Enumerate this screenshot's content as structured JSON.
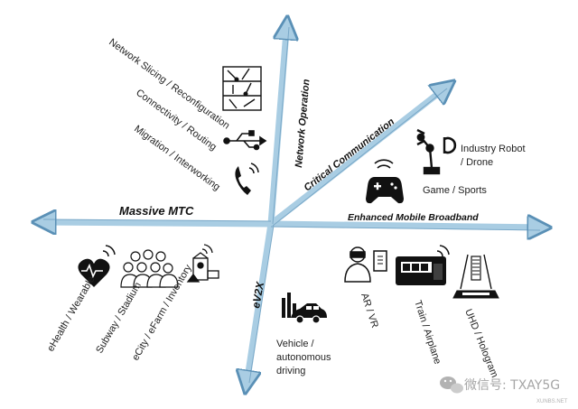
{
  "axes": {
    "network_operation": "Network Operation",
    "critical_communication": "Critical Communication",
    "enhanced_mobile_broadband": "Enhanced Mobile Broadband",
    "massive_mtc": "Massive MTC",
    "ev2x": "eV2X"
  },
  "network_items": {
    "slicing": "Network Slicing / Reconfiguration",
    "connectivity": "Connectivity / Routing",
    "migration": "Migration / Interworking"
  },
  "critical_items": {
    "robot_line1": "Industry Robot",
    "robot_line2": "/ Drone",
    "game": "Game / Sports"
  },
  "embb_items": {
    "arvr": "AR / VR",
    "train": "Train / Airplane",
    "uhd": "UHD / Hologram"
  },
  "mtc_items": {
    "ehealth": "eHealth / Wearable",
    "subway": "Subway / Stadium",
    "ecity": "eCity / eFarm / Inventory"
  },
  "v2x_items": {
    "vehicle_line1": "Vehicle /",
    "vehicle_line2": "autonomous",
    "vehicle_line3": "driving"
  },
  "watermark": {
    "text": "微信号: TXAY5G",
    "site": "XUNBS.NET"
  },
  "colors": {
    "arrow_fill": "#a9cde3",
    "arrow_stroke": "#5a90b6",
    "icon": "#111111"
  }
}
